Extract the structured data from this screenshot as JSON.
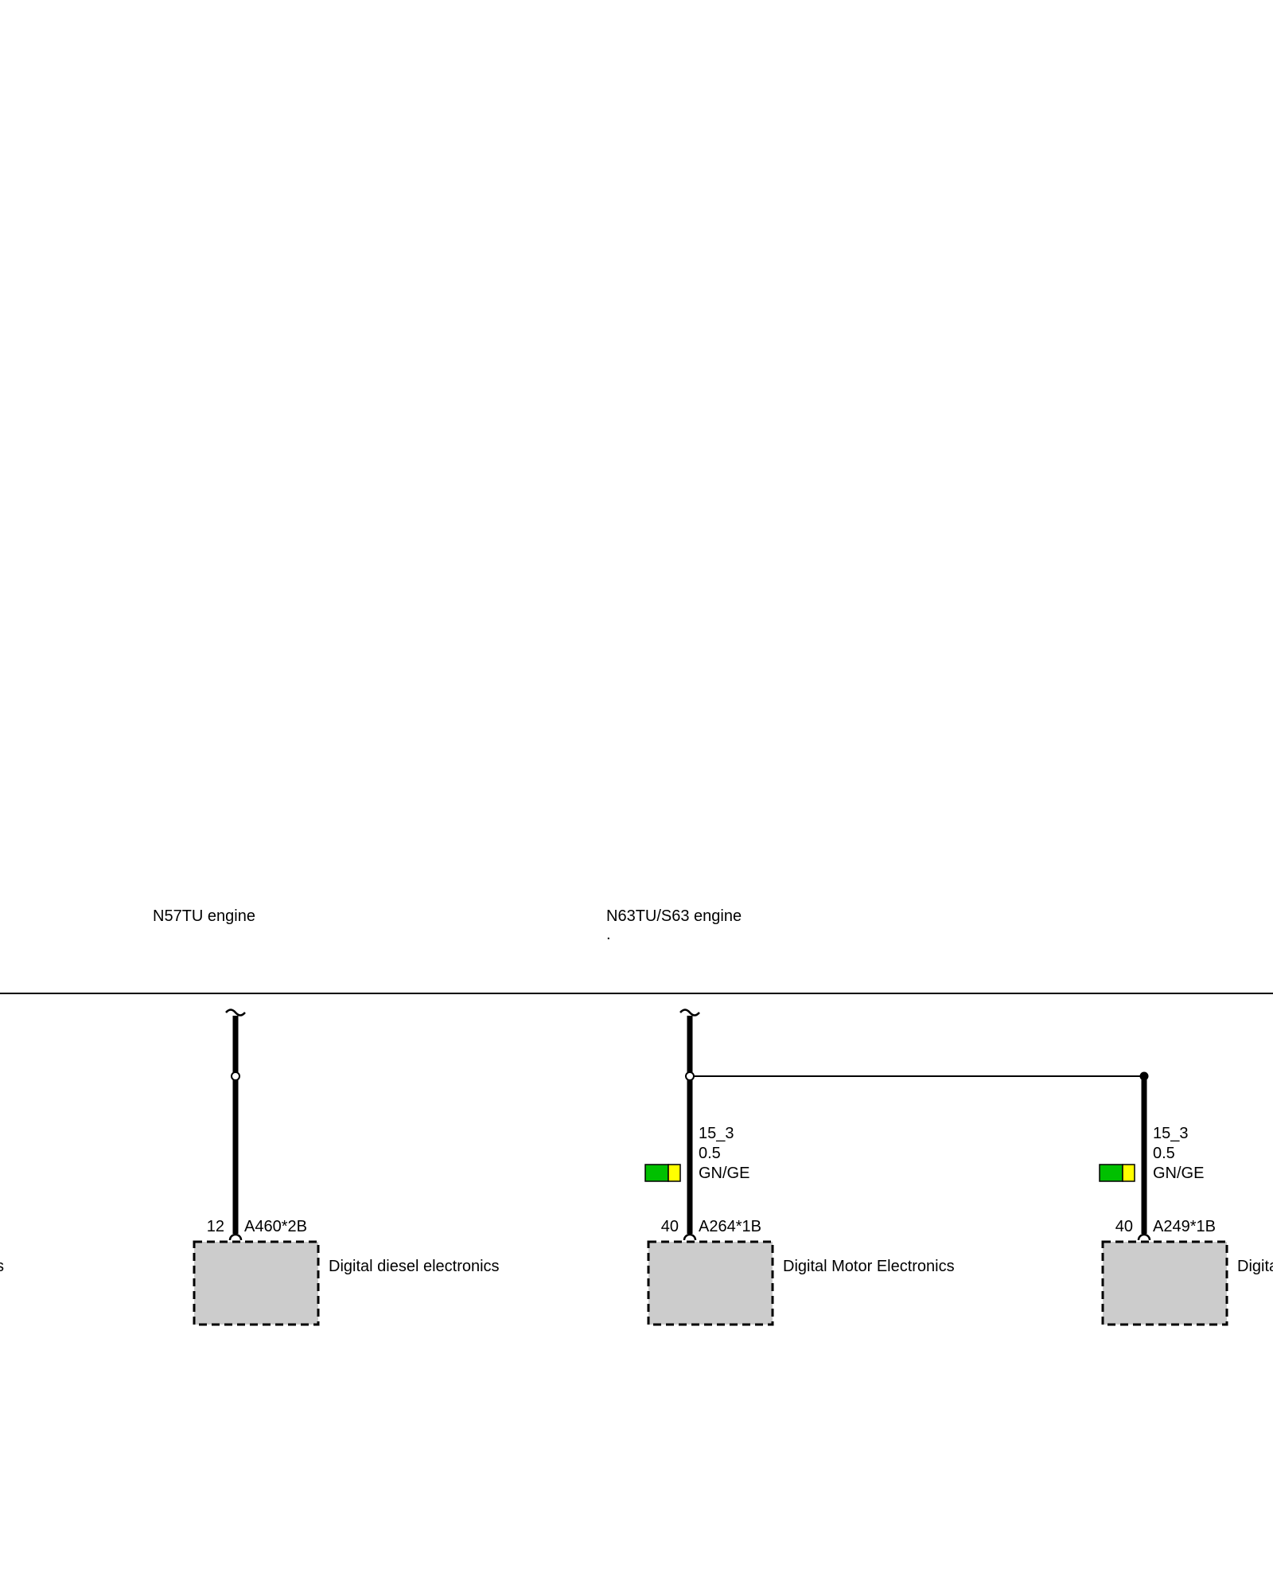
{
  "sections": [
    {
      "engine_label": "N57TU engine"
    },
    {
      "engine_label": "N63TU/S63 engine",
      "note": "."
    }
  ],
  "left_edge_fragment": "s",
  "branches": [
    {
      "pin": "12",
      "connector": "A460*2B",
      "module_name": "Digital diesel electronics",
      "wire": null
    },
    {
      "pin": "40",
      "connector": "A264*1B",
      "module_name": "Digital Motor Electronics",
      "wire": {
        "circuit": "15_3",
        "cross_section": "0.5",
        "color_code": "GN/GE"
      }
    },
    {
      "pin": "40",
      "connector": "A249*1B",
      "module_name": "Digita",
      "wire": {
        "circuit": "15_3",
        "cross_section": "0.5",
        "color_code": "GN/GE"
      }
    }
  ],
  "colors": {
    "wire_primary": "#00c000",
    "wire_secondary": "#ffff00",
    "module_fill": "#cccccc",
    "line": "#000000"
  }
}
